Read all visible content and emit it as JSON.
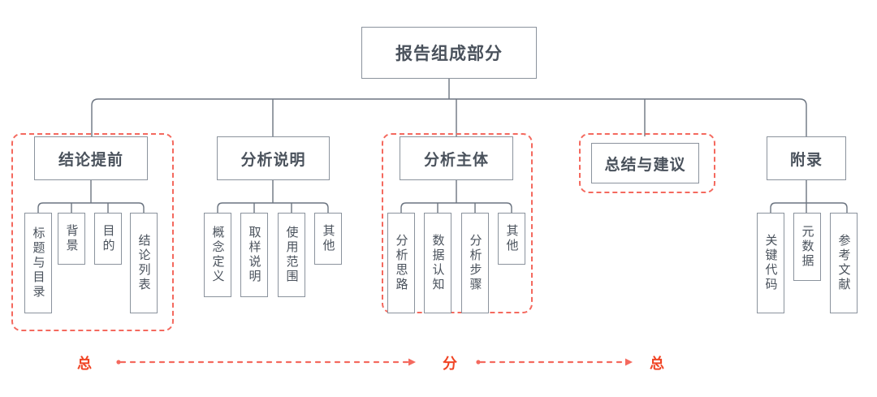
{
  "diagram": {
    "title_root": "报告组成部分",
    "type": "tree",
    "colors": {
      "box_border": "#8b939d",
      "box_text": "#4a525c",
      "line": "#6b7480",
      "highlight_dashed": "#f4695e",
      "legend_text": "#f04424",
      "background": "#ffffff"
    },
    "root": {
      "label": "报告组成部分"
    },
    "branches": [
      {
        "id": "branch-1",
        "label": "结论提前",
        "highlighted": true,
        "children": [
          {
            "label": "标题与目录"
          },
          {
            "label": "背景"
          },
          {
            "label": "目的"
          },
          {
            "label": "结论列表"
          }
        ]
      },
      {
        "id": "branch-2",
        "label": "分析说明",
        "highlighted": false,
        "children": [
          {
            "label": "概念定义"
          },
          {
            "label": "取样说明"
          },
          {
            "label": "使用范围"
          },
          {
            "label": "其他"
          }
        ]
      },
      {
        "id": "branch-3",
        "label": "分析主体",
        "highlighted": true,
        "children": [
          {
            "label": "分析思路"
          },
          {
            "label": "数据认知"
          },
          {
            "label": "分析步骤"
          },
          {
            "label": "其他"
          }
        ]
      },
      {
        "id": "branch-4",
        "label": "总结与建议",
        "highlighted": true,
        "children": []
      },
      {
        "id": "branch-5",
        "label": "附录",
        "highlighted": false,
        "children": [
          {
            "label": "关键代码"
          },
          {
            "label": "元数据"
          },
          {
            "label": "参考文献"
          }
        ]
      }
    ],
    "legend": {
      "items": [
        {
          "label": "总"
        },
        {
          "label": "分"
        },
        {
          "label": "总"
        }
      ],
      "arrow_style": "dotted-arrow"
    }
  }
}
